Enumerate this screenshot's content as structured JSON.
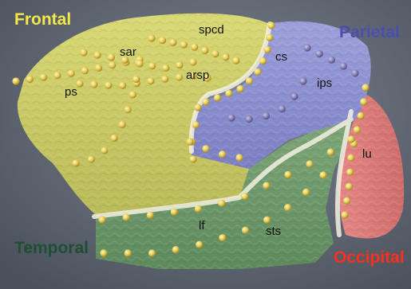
{
  "lobes": {
    "frontal": {
      "label": "Frontal",
      "color": "#f2e84a"
    },
    "parietal": {
      "label": "Parietal",
      "color": "#4a4fae"
    },
    "temporal": {
      "label": "Temporal",
      "color": "#1f4f33"
    },
    "occipital": {
      "label": "Occipital",
      "color": "#ff2f1f"
    }
  },
  "sulci": {
    "spcd": "spcd",
    "sar": "sar",
    "arsp": "arsp",
    "ps": "ps",
    "cs": "cs",
    "ips": "ips",
    "lu": "lu",
    "lf": "lf",
    "sts": "sts"
  },
  "colors": {
    "frontal_region": "#c9c964",
    "parietal_region": "#8b8fd1",
    "temporal_region": "#6f9a6c",
    "occipital_region": "#d97876",
    "electrode_gold": "#e8cf5a",
    "electrode_purple": "#8b86b8"
  }
}
